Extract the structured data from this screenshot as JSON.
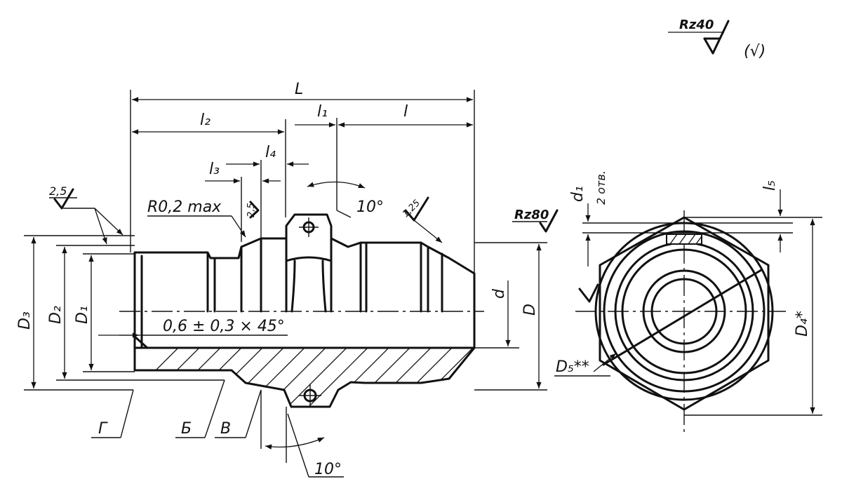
{
  "roughness": {
    "general": "Rz40",
    "general_note": "(√)",
    "thread_root": "2,5",
    "undercut": "2,5",
    "chamfer_face": "1,25",
    "hex_face": "Rz80"
  },
  "dimensions": {
    "overall_length": "L",
    "left_part_length": "l₂",
    "collar_length": "l₁",
    "right_thread_length": "l",
    "undercut_length": "l₃",
    "groove_length": "l₄",
    "hex_chamfer": "l₅",
    "radius_note": "R0,2 max",
    "chamfer_note": "0,6 ± 0,3 × 45°",
    "angle_top": "10°",
    "angle_bottom": "10°",
    "hole_diameter": "d₁",
    "hole_count": "2 отв.",
    "bore_diameter": "d",
    "thread_diameter": "D",
    "diameter_d1": "D₁",
    "diameter_d2": "D₂",
    "diameter_d3": "D₃",
    "across_corners": "D₄*",
    "chamfer_diameter": "D₅**"
  },
  "surfaces": {
    "g": "Г",
    "b": "Б",
    "v": "В"
  }
}
